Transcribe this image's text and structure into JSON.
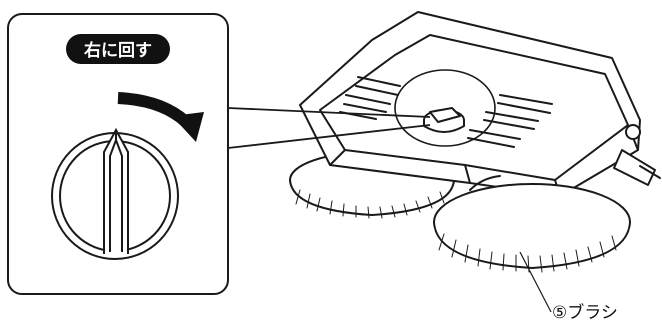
{
  "inset": {
    "badge_label": "右に回す"
  },
  "callout": {
    "number": "⑤",
    "label": "ブラシ"
  },
  "colors": {
    "line": "#1a1a1a",
    "fill": "#ffffff",
    "badge": "#111111",
    "slot": "#555555"
  },
  "icons": {
    "rotate_arrow": "clockwise-curved-arrow",
    "knob": "rotary-knob"
  }
}
